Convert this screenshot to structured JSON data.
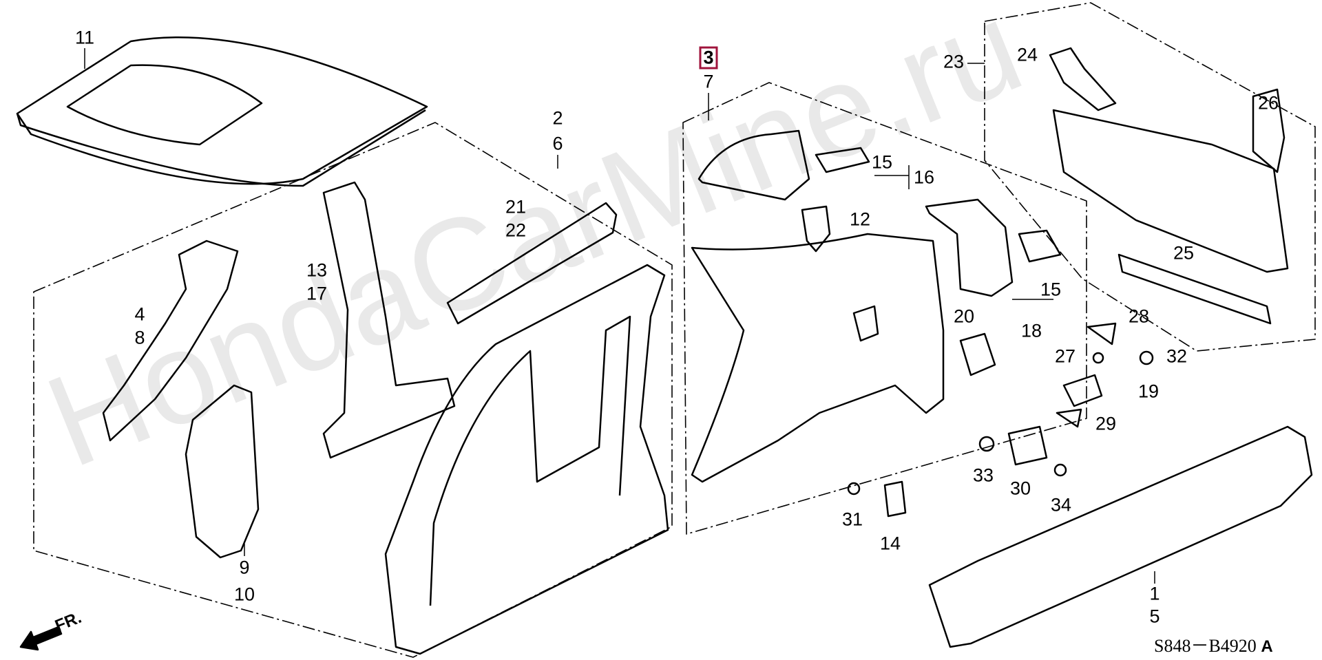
{
  "watermark": "HondaCarMine.ru",
  "diagram_code": "S848－B4920",
  "diagram_revision": "A",
  "direction_label": "FR.",
  "highlight_color": "#a0143c",
  "callouts": {
    "c11": "11",
    "c2": "2",
    "c6": "6",
    "c3": "3",
    "c7": "7",
    "c23": "23",
    "c24": "24",
    "c26": "26",
    "c15a": "15",
    "c16": "16",
    "c12": "12",
    "c21": "21",
    "c22": "22",
    "c13": "13",
    "c17": "17",
    "c4": "4",
    "c8": "8",
    "c25": "25",
    "c15b": "15",
    "c18": "18",
    "c20": "20",
    "c28": "28",
    "c27": "27",
    "c32": "32",
    "c19": "19",
    "c29": "29",
    "c33": "33",
    "c30": "30",
    "c34": "34",
    "c31": "31",
    "c14": "14",
    "c9": "9",
    "c10": "10",
    "c1": "1",
    "c5": "5"
  }
}
